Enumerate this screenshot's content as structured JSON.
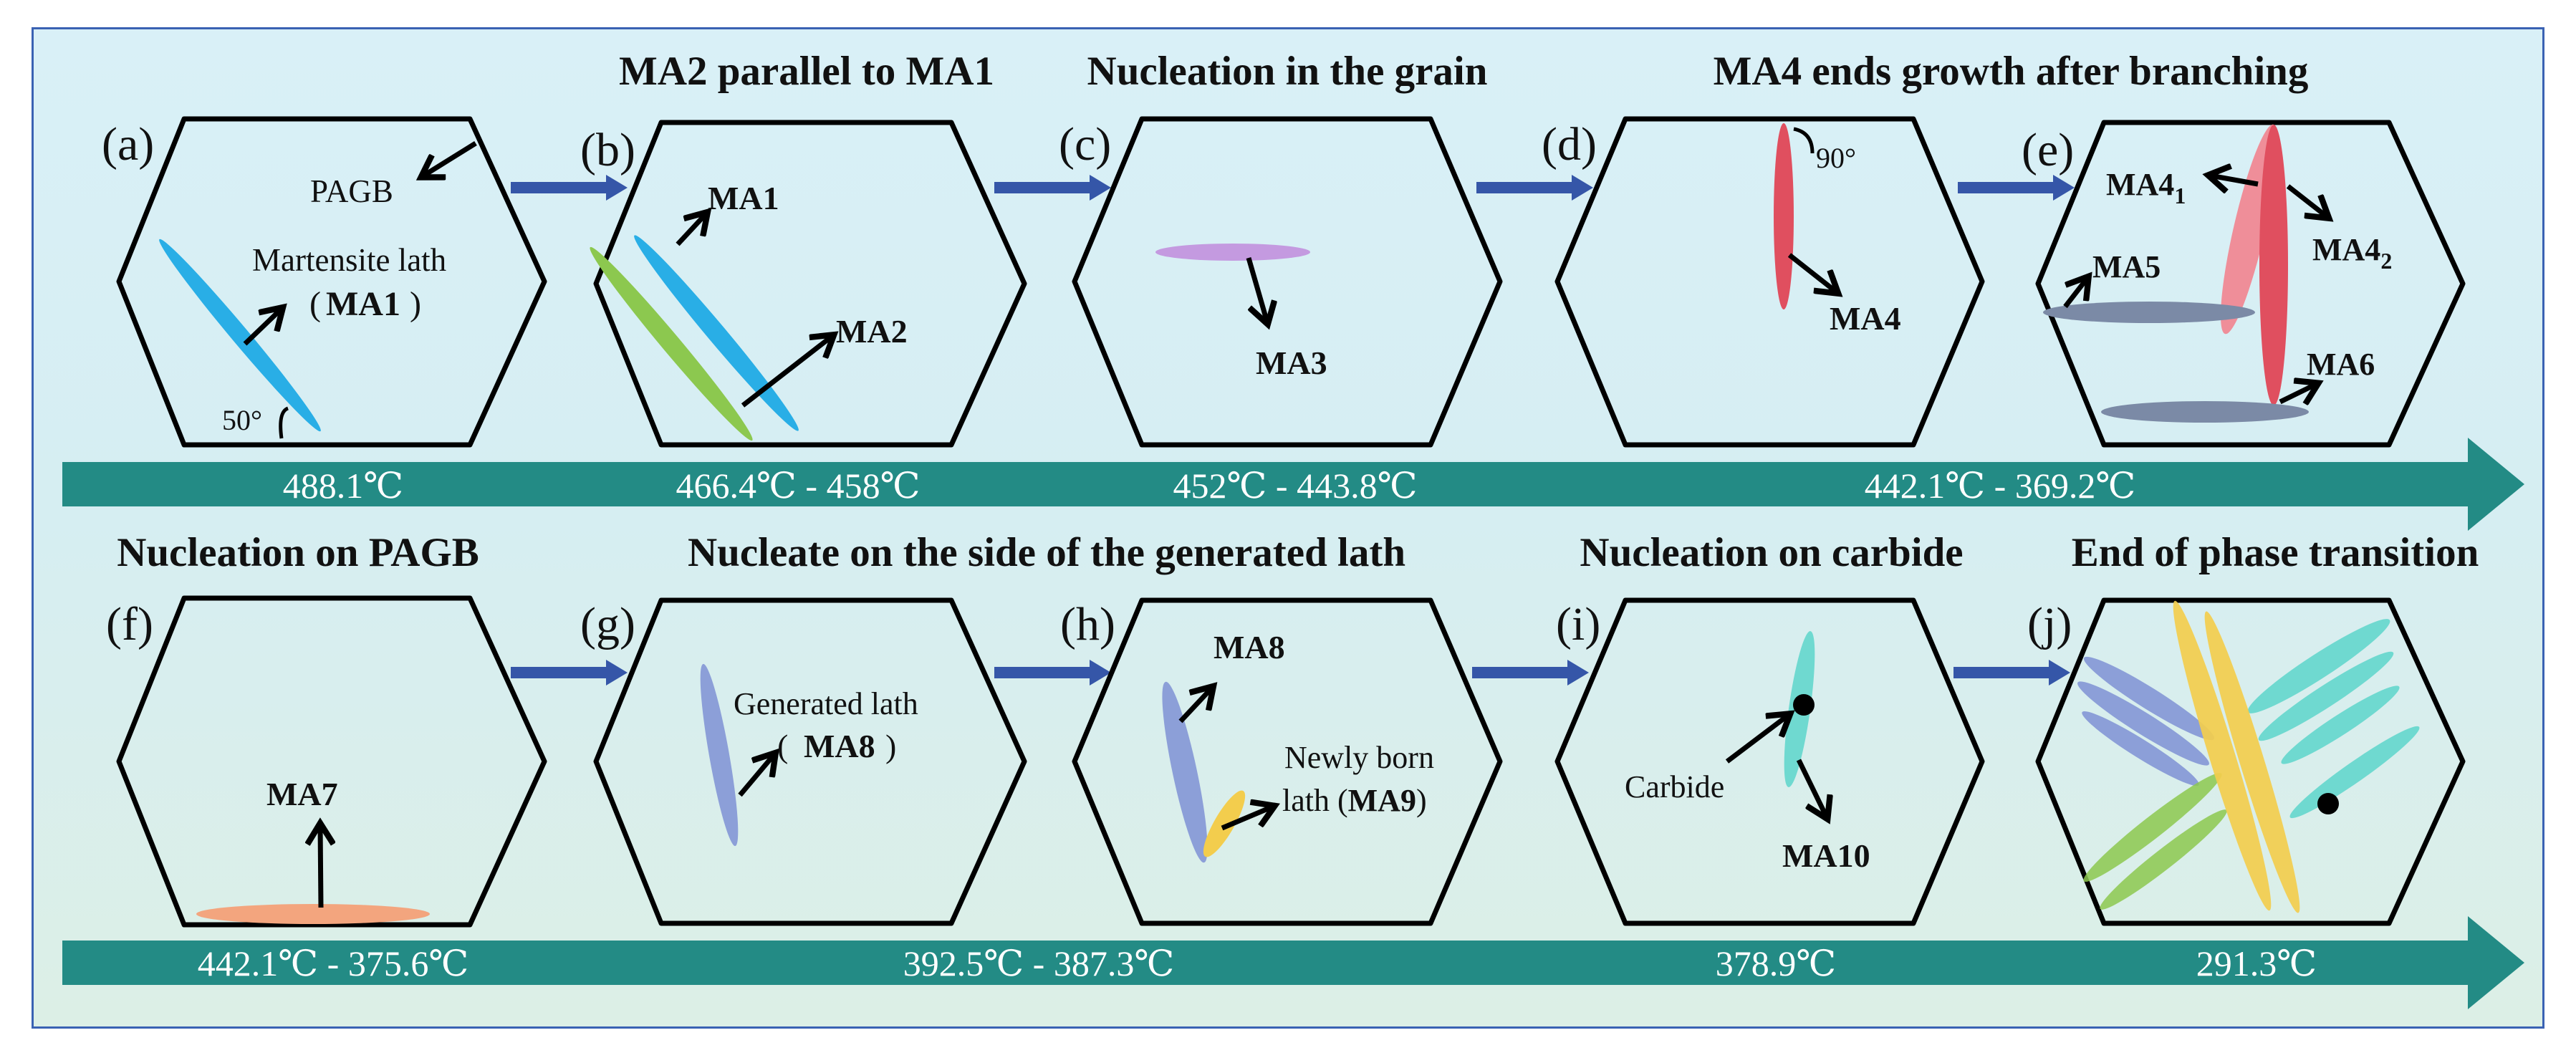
{
  "colors": {
    "band": "#238b85",
    "arrow_blue": "#3556a8",
    "hex_stroke": "#000000",
    "frame": "#3a62b3",
    "ma1": "#29aee6",
    "ma2": "#8cc84f",
    "ma3": "#c49ae0",
    "ma4": "#e04f5f",
    "ma4_1": "#ef8e99",
    "ma5_ma6": "#7b8aa6",
    "ma7": "#f3a57e",
    "ma8": "#8c9fd8",
    "ma9": "#f3cd4d",
    "ma10": "#6fd9d0"
  },
  "row1": {
    "titles": [
      "MA2 parallel to MA1",
      "Nucleation in the grain",
      "MA4 ends growth after branching"
    ],
    "temps": [
      "488.1℃",
      "466.4℃ - 458℃",
      "452℃ - 443.8℃",
      "442.1℃ - 369.2℃"
    ]
  },
  "row2": {
    "titles": [
      "Nucleation on PAGB",
      "Nucleate on the side of the generated lath",
      "Nucleation on carbide",
      "End of phase transition"
    ],
    "temps": [
      "442.1℃ - 375.6℃",
      "392.5℃ - 387.3℃",
      "378.9℃",
      "291.3℃"
    ]
  },
  "panels": {
    "a": {
      "tag": "(a)",
      "pagb": "PAGB",
      "lath": "Martensite lath",
      "paren_open": "(",
      "ma": "MA1",
      "paren_close": ")",
      "angle": "50°"
    },
    "b": {
      "tag": "(b)",
      "ma1": "MA1",
      "ma2": "MA2"
    },
    "c": {
      "tag": "(c)",
      "ma3": "MA3"
    },
    "d": {
      "tag": "(d)",
      "angle": "90°",
      "ma4": "MA4"
    },
    "e": {
      "tag": "(e)",
      "ma4_1": "MA4",
      "sub1": "1",
      "ma4_2": "MA4",
      "sub2": "2",
      "ma5": "MA5",
      "ma6": "MA6"
    },
    "f": {
      "tag": "(f)",
      "ma7": "MA7"
    },
    "g": {
      "tag": "(g)",
      "generated": "Generated lath",
      "paren_open": "(",
      "ma8": "MA8",
      "paren_close": ")"
    },
    "h": {
      "tag": "(h)",
      "ma8": "MA8",
      "newly": "Newly born",
      "lath": "lath (",
      "ma9": "MA9",
      "close": ")"
    },
    "i": {
      "tag": "(i)",
      "carbide": "Carbide",
      "ma10": "MA10"
    },
    "j": {
      "tag": "(j)"
    }
  }
}
